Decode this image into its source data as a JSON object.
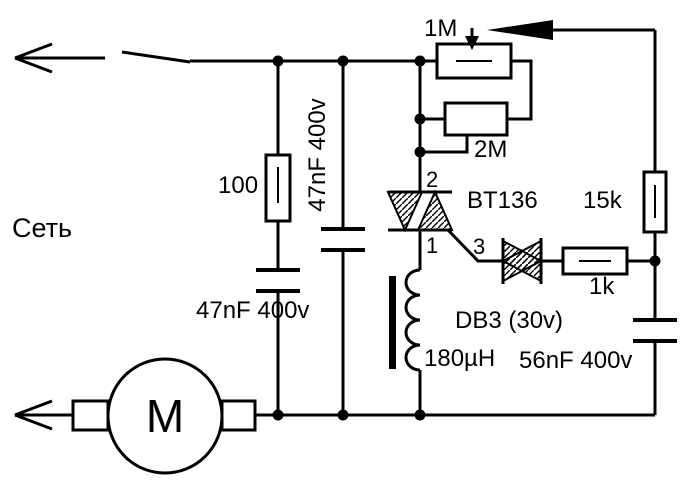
{
  "labels": {
    "mains": "Сеть",
    "motor": "M",
    "pot": "1M",
    "r2m": "2M",
    "r100": "100",
    "cap1": "47nF 400v",
    "cap2": "47nF 400v",
    "triac": "BT136",
    "t2": "2",
    "t1": "1",
    "t3": "3",
    "diac": "DB3 (30v)",
    "r1k": "1k",
    "r15k": "15k",
    "cap3": "56nF 400v",
    "inductor": "180µH"
  },
  "colors": {
    "line": "#000000",
    "background": "#ffffff"
  }
}
